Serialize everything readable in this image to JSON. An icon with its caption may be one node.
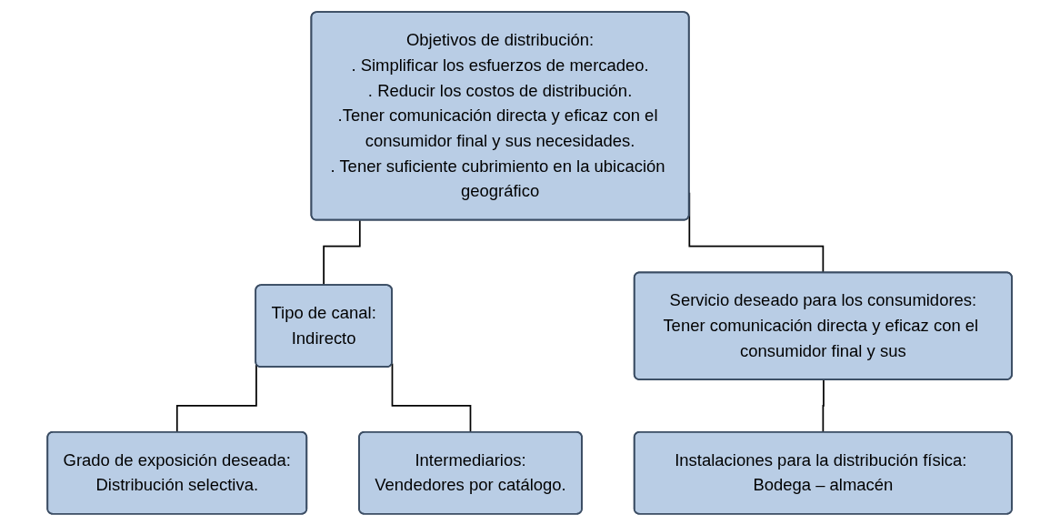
{
  "diagram": {
    "nodes": [
      {
        "text": [
          "Objetivos de distribución:",
          ". Simplificar los esfuerzos de mercadeo.",
          ". Reducir los costos de distribución.",
          ".Tener comunicación directa y eficaz con el consumidor final y sus necesidades.",
          ". Tener suficiente cubrimiento en la ubicación geográfico"
        ]
      },
      {
        "text": [
          "Tipo de canal:",
          "Indirecto"
        ]
      },
      {
        "text": [
          "Grado de exposición deseada:",
          "Distribución selectiva."
        ]
      },
      {
        "text": [
          "Intermediarios:",
          "Vendedores por catálogo."
        ]
      },
      {
        "text": [
          "Servicio deseado para los consumidores:",
          "Tener comunicación directa y eficaz con el consumidor final y sus"
        ]
      },
      {
        "text": [
          "Instalaciones para la distribución física: Bodega – almacén"
        ]
      }
    ],
    "edges": [
      {
        "from": 0,
        "to": 1,
        "arrow": "none"
      },
      {
        "from": 1,
        "to": 2,
        "arrow": "none"
      },
      {
        "from": 1,
        "to": 3,
        "arrow": "none"
      },
      {
        "from": 0,
        "to": 4,
        "arrow": "none"
      },
      {
        "from": 4,
        "to": 5,
        "arrow": "none"
      }
    ]
  }
}
